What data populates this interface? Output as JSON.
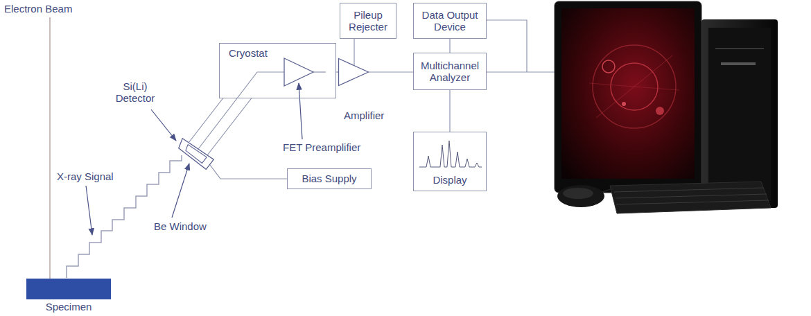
{
  "diagram": {
    "nodes": [
      {
        "text": [
          "Pileup Rejecter"
        ]
      },
      {
        "text": [
          "Data Output Device"
        ]
      },
      {
        "text": [
          "Cryostat"
        ]
      },
      {
        "text": [
          "Amplifier"
        ]
      },
      {
        "text": [
          "Multichannel Analyzer"
        ]
      },
      {
        "text": [
          "Bias Supply"
        ]
      },
      {
        "text": [
          "Display"
        ]
      },
      {
        "text": [
          "Specimen"
        ]
      }
    ],
    "edges": [
      {
        "from": 0,
        "to": 3,
        "arrow": "none"
      },
      {
        "from": 2,
        "to": 3,
        "arrow": "none"
      },
      {
        "from": 3,
        "to": 4,
        "arrow": "none"
      },
      {
        "from": 1,
        "to": 4,
        "arrow": "none"
      },
      {
        "from": 4,
        "to": 6,
        "arrow": "none"
      }
    ],
    "labels": [
      "Electron Beam",
      "Si(Li) Detector",
      "X-ray Signal",
      "Be Window",
      "FET Preamplifier"
    ]
  }
}
